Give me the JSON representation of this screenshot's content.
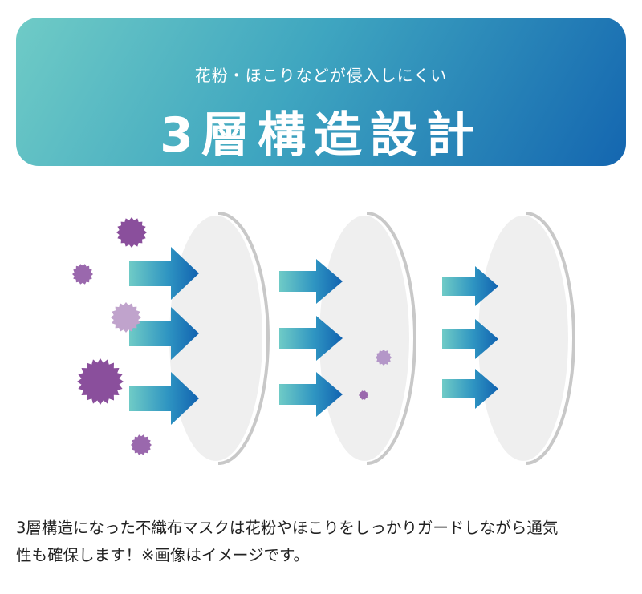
{
  "banner": {
    "subtitle": "花粉・ほこりなどが侵入しにくい",
    "title": "3層構造設計"
  },
  "description": {
    "line1": "3層構造になった不織布マスクは花粉やほこりをしっかりガードしながら通気",
    "line2": "性も確保します！※画像はイメージです。"
  },
  "colors": {
    "gradient_start": "#6fcbc6",
    "gradient_end": "#1466b0",
    "particle_dark": "#8a4f9c",
    "particle_light": "#c0a3cc",
    "layer_fill": "#efefef",
    "layer_rim": "#c8c8c8"
  }
}
